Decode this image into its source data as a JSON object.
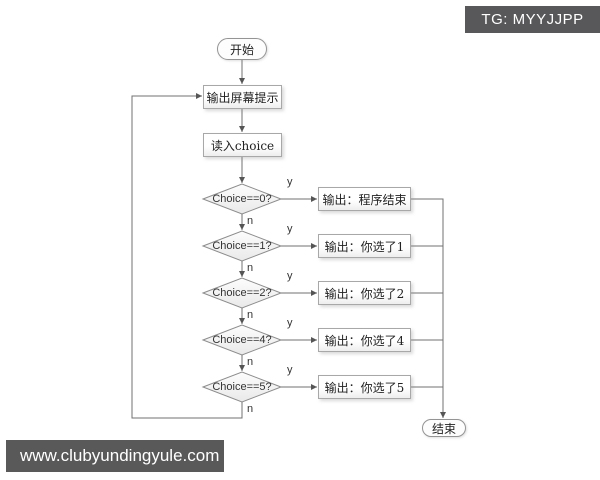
{
  "badge": {
    "text": "TG: MYYJJPP"
  },
  "watermark": {
    "text": "www.clubyundingyule.com"
  },
  "colors": {
    "badge_bg": "#58585a",
    "watermark_bg": "#595959",
    "connector_line": "#707070",
    "node_border": "#a8a8a8",
    "text": "#222222"
  },
  "flowchart": {
    "start_label": "开始",
    "end_label": "结束",
    "process_steps": [
      {
        "label": "输出屏幕提示"
      },
      {
        "label": "读入choice"
      }
    ],
    "decisions": [
      {
        "condition": "Choice==0?",
        "yes_label": "y",
        "no_label": "n",
        "output": "输出：程序结束"
      },
      {
        "condition": "Choice==1?",
        "yes_label": "y",
        "no_label": "n",
        "output": "输出：你选了1"
      },
      {
        "condition": "Choice==2?",
        "yes_label": "y",
        "no_label": "n",
        "output": "输出：你选了2"
      },
      {
        "condition": "Choice==4?",
        "yes_label": "y",
        "no_label": "n",
        "output": "输出：你选了4"
      },
      {
        "condition": "Choice==5?",
        "yes_label": "y",
        "no_label": "n",
        "output": "输出：你选了5"
      }
    ]
  }
}
